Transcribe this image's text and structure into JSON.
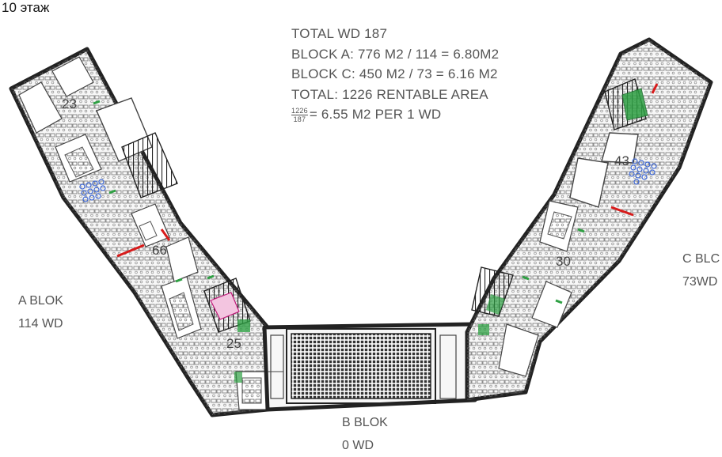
{
  "floor_label": "10 этаж",
  "stats": {
    "total_wd": "TOTAL WD 187",
    "block_a": "BLOCK A: 776 M2 / 114  = 6.80M2",
    "block_c": "BLOCK C: 450  M2 / 73   = 6.16 M2",
    "total_area": "TOTAL: 1226 RENTABLE AREA",
    "ratio_numerator": "1226",
    "ratio_denominator": "187",
    "ratio_text": "= 6.55 M2 PER 1 WD"
  },
  "blocks": {
    "a": {
      "name": "A BLOK",
      "wd": "114 WD"
    },
    "b": {
      "name": "B BLOK",
      "wd": "0 WD"
    },
    "c": {
      "name": "C BLC",
      "wd": "73WD"
    }
  },
  "zone_numbers": [
    "23",
    "66",
    "25",
    "43",
    "30"
  ],
  "colors": {
    "wall": "#333333",
    "furniture": "#555555",
    "meeting_seats": "#3b66d6",
    "exit_marker": "#d81b1b",
    "green_fixture": "#2ea043",
    "stair_magenta": "#c2187a"
  }
}
